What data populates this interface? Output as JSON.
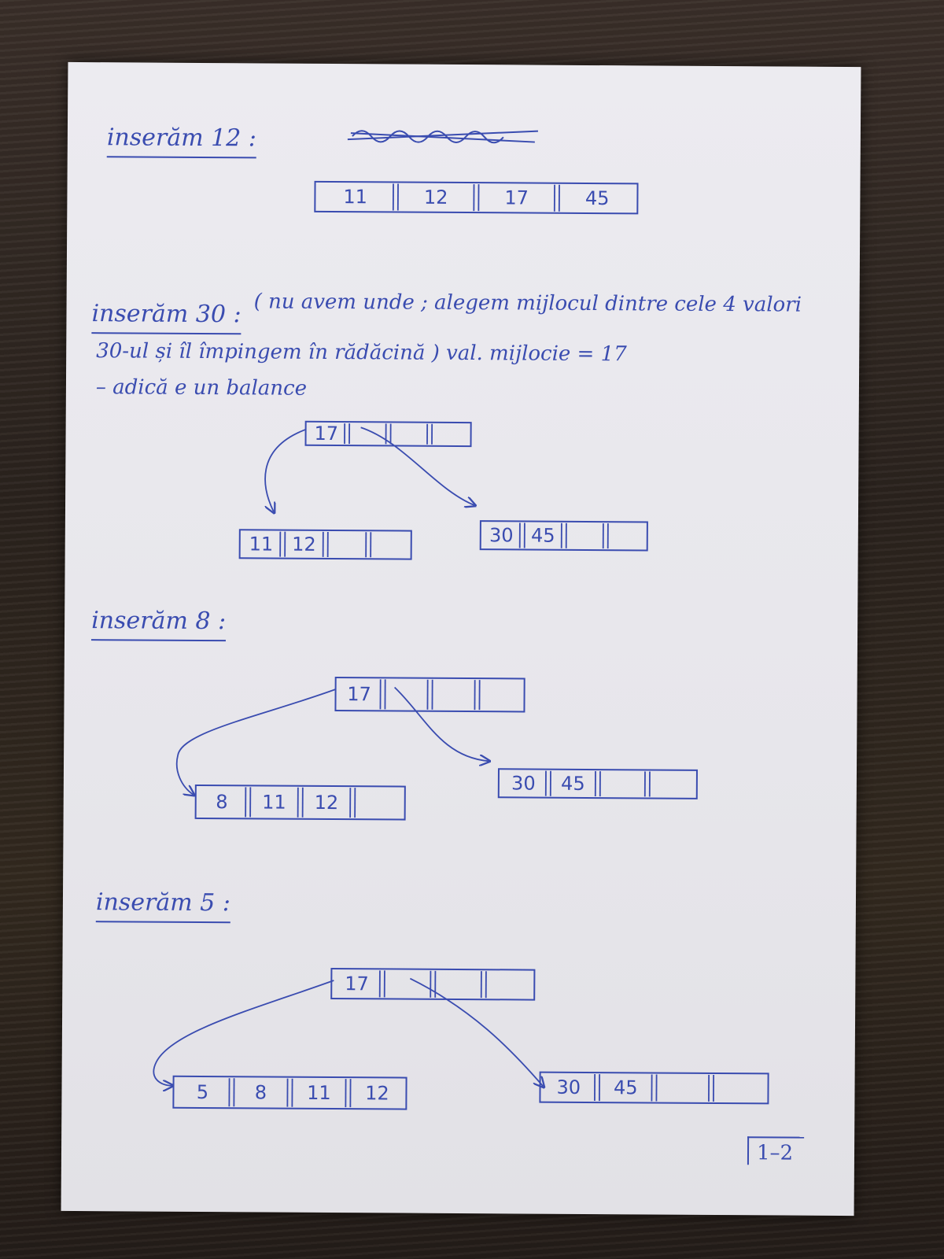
{
  "colors": {
    "ink": "#3a4cb0",
    "paper": "#e9e8ed",
    "table": "#2e2520"
  },
  "heading_1": "inserăm 12 :",
  "heading_2": "inserăm 30 :",
  "note_line_1": "( nu avem unde ; alegem mijlocul dintre cele 4 valori",
  "note_line_2": "30-ul și îl împingem în rădăcină ) val. mijlocie = 17",
  "note_line_3": "– adică e un balance",
  "heading_3": "inserăm 8 :",
  "heading_4": "inserăm 5 :",
  "page_number": "1–2",
  "step1_node": [
    "11",
    "12",
    "17",
    "45"
  ],
  "step2_root": [
    "17",
    "",
    "",
    ""
  ],
  "step2_left": [
    "11",
    "12",
    "",
    ""
  ],
  "step2_right": [
    "30",
    "45",
    "",
    ""
  ],
  "step3_root": [
    "17",
    "",
    "",
    ""
  ],
  "step3_left": [
    "8",
    "11",
    "12",
    ""
  ],
  "step3_right": [
    "30",
    "45",
    "",
    ""
  ],
  "step4_root": [
    "17",
    "",
    "",
    ""
  ],
  "step4_left": [
    "5",
    "8",
    "11",
    "12"
  ],
  "step4_right": [
    "30",
    "45",
    "",
    ""
  ]
}
